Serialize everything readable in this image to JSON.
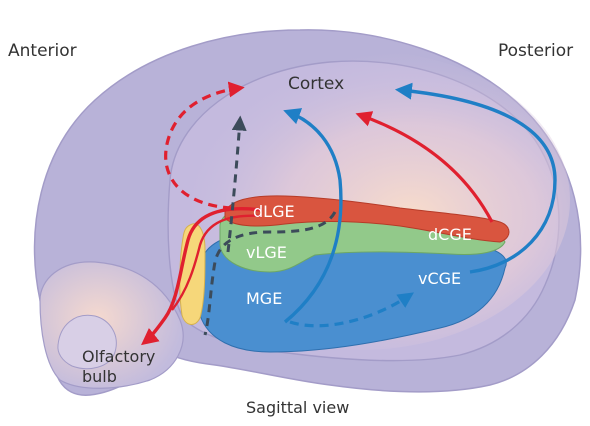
{
  "labels": {
    "anterior": "Anterior",
    "posterior": "Posterior",
    "cortex": "Cortex",
    "dlge": "dLGE",
    "vlge": "vLGE",
    "mge": "MGE",
    "dcge": "dCGE",
    "vcge": "vCGE",
    "olfactory_line1": "Olfactory",
    "olfactory_line2": "bulb",
    "view": "Sagittal view"
  },
  "colors": {
    "brain_fill": "#b8b2d8",
    "brain_inner": "#c9bfe0",
    "glow": "#f6d8c8",
    "dlge_region": "#d9553f",
    "vlge_region": "#92c98a",
    "mge_region": "#4a8fd0",
    "yellow_region": "#f6d77a",
    "arrow_red": "#e0202f",
    "arrow_blue": "#1f7fc6",
    "arrow_dashed_gray": "#3c4b5a",
    "text_dark": "#333333"
  }
}
